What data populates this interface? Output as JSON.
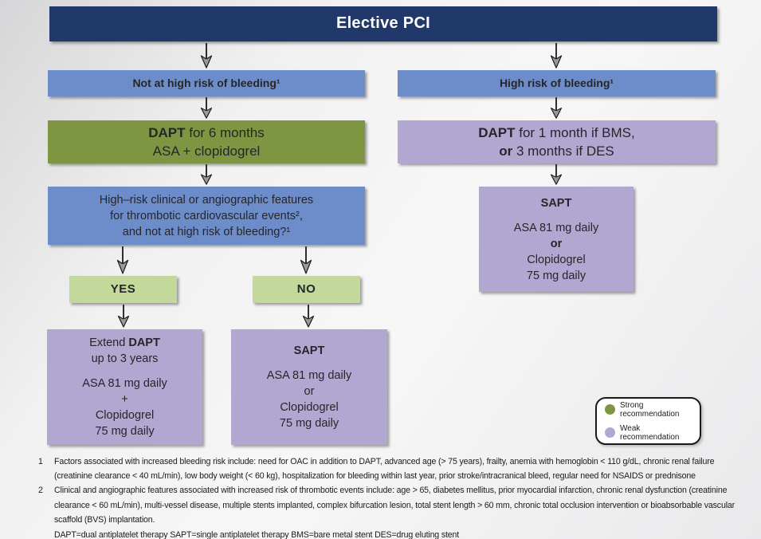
{
  "header": {
    "title": "Elective PCI"
  },
  "boxes": {
    "not_high_risk": "Not at high risk of bleeding¹",
    "high_risk": "High risk of bleeding¹",
    "dapt6": {
      "bold": "DAPT",
      "rest": " for 6 months",
      "line2": "ASA + clopidogrel"
    },
    "dapt1": {
      "bold": "DAPT",
      "rest": " for 1 month if BMS,",
      "line2_bold": "or",
      "line2_rest": " 3 months if DES"
    },
    "question": {
      "line1": "High–risk clinical or angiographic features",
      "line2": "for thrombotic cardiovascular events²,",
      "line3": "and not at high risk of bleeding?¹"
    },
    "yes": "YES",
    "no": "NO",
    "extend_dapt": {
      "line1_pre": "Extend ",
      "line1_bold": "DAPT",
      "line2": "up to 3 years",
      "line3": "ASA 81 mg daily",
      "line4": "+",
      "line5": "Clopidogrel",
      "line6": "75 mg daily"
    },
    "sapt_left": {
      "title": "SAPT",
      "line1": "ASA 81 mg daily",
      "line2": "or",
      "line3": "Clopidogrel",
      "line4": "75 mg daily"
    },
    "sapt_right": {
      "title": "SAPT",
      "line1": "ASA 81 mg daily",
      "line2": "or",
      "line3": "Clopidogrel",
      "line4": "75 mg daily"
    }
  },
  "legend": {
    "items": [
      {
        "label": "Strong recommendation",
        "color": "#7e9542"
      },
      {
        "label": "Weak recommendation",
        "color": "#b2a7d1"
      }
    ]
  },
  "colors": {
    "header_navy": "#21386b",
    "branch_blue": "#6c8dca",
    "strong_green": "#7e9542",
    "decision_light_green": "#c3d99b",
    "weak_purple": "#b2a7d1"
  },
  "footnotes": [
    {
      "num": "1",
      "text": "Factors associated with increased bleeding risk include: need for OAC in addition to DAPT, advanced age (> 75 years), frailty, anemia with hemoglobin < 110 g/dL, chronic renal failure (creatinine clearance < 40 mL/min), low body weight (< 60 kg), hospitalization for bleeding within last year, prior stroke/intracranical bleed, regular need for NSAIDS or prednisone"
    },
    {
      "num": "2",
      "text": "Clinical and angiographic features associated with increased risk of thrombotic events include: age > 65, diabetes mellitus, prior myocardial infarction, chronic renal dysfunction (creatinine clearance < 60 mL/min), multi-vessel disease, multiple stents implanted, complex bifurcation lesion, total stent length > 60 mm, chronic total occlusion intervention or bioabsorbable vascular scaffold (BVS) implantation."
    }
  ],
  "abbreviations": "DAPT=dual antiplatelet therapy SAPT=single antiplatelet therapy BMS=bare metal stent DES=drug eluting stent"
}
